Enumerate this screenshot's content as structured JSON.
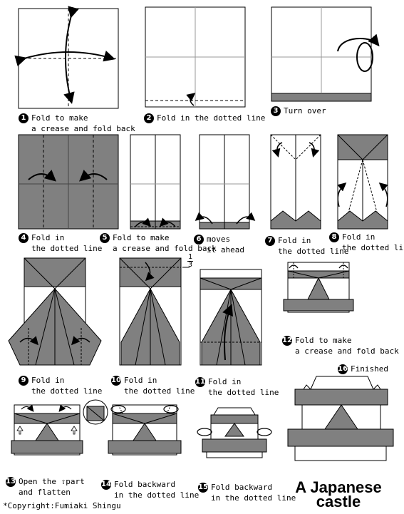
{
  "steps": [
    {
      "n": "1",
      "line1": "Fold to make",
      "line2": "a crease and fold back"
    },
    {
      "n": "2",
      "line1": "Fold in the dotted line",
      "line2": ""
    },
    {
      "n": "3",
      "line1": "Turn over",
      "line2": ""
    },
    {
      "n": "4",
      "line1": "Fold in",
      "line2": "the dotted line"
    },
    {
      "n": "5",
      "line1": "Fold to make",
      "line2": "a crease and fold back"
    },
    {
      "n": "6",
      "line1": "moves",
      "line2": "it ahead"
    },
    {
      "n": "7",
      "line1": "Fold in",
      "line2": "the dotted line"
    },
    {
      "n": "8",
      "line1": "Fold in",
      "line2": "the dotted line"
    },
    {
      "n": "9",
      "line1": "Fold in",
      "line2": "the dotted line"
    },
    {
      "n": "10",
      "line1": "Fold in",
      "line2": "the dotted line"
    },
    {
      "n": "11",
      "line1": "Fold in",
      "line2": "the dotted line"
    },
    {
      "n": "12",
      "line1": "Fold to make",
      "line2": "a crease and fold back"
    },
    {
      "n": "13",
      "line1": "Open the ⇧part",
      "line2": "and flatten"
    },
    {
      "n": "14",
      "line1": "Fold backward",
      "line2": "in the dotted line"
    },
    {
      "n": "15",
      "line1": "Fold backward",
      "line2": "in the dotted line"
    },
    {
      "n": "16",
      "line1": "Finished",
      "line2": ""
    }
  ],
  "fraction": {
    "num": "1",
    "den": "3"
  },
  "title": {
    "line1": "A Japanese",
    "line2": "castle"
  },
  "copyright": "*Copyright:Fumiaki Shingu",
  "colors": {
    "paper_gray": "#808080",
    "line": "#000000",
    "background": "#ffffff"
  }
}
